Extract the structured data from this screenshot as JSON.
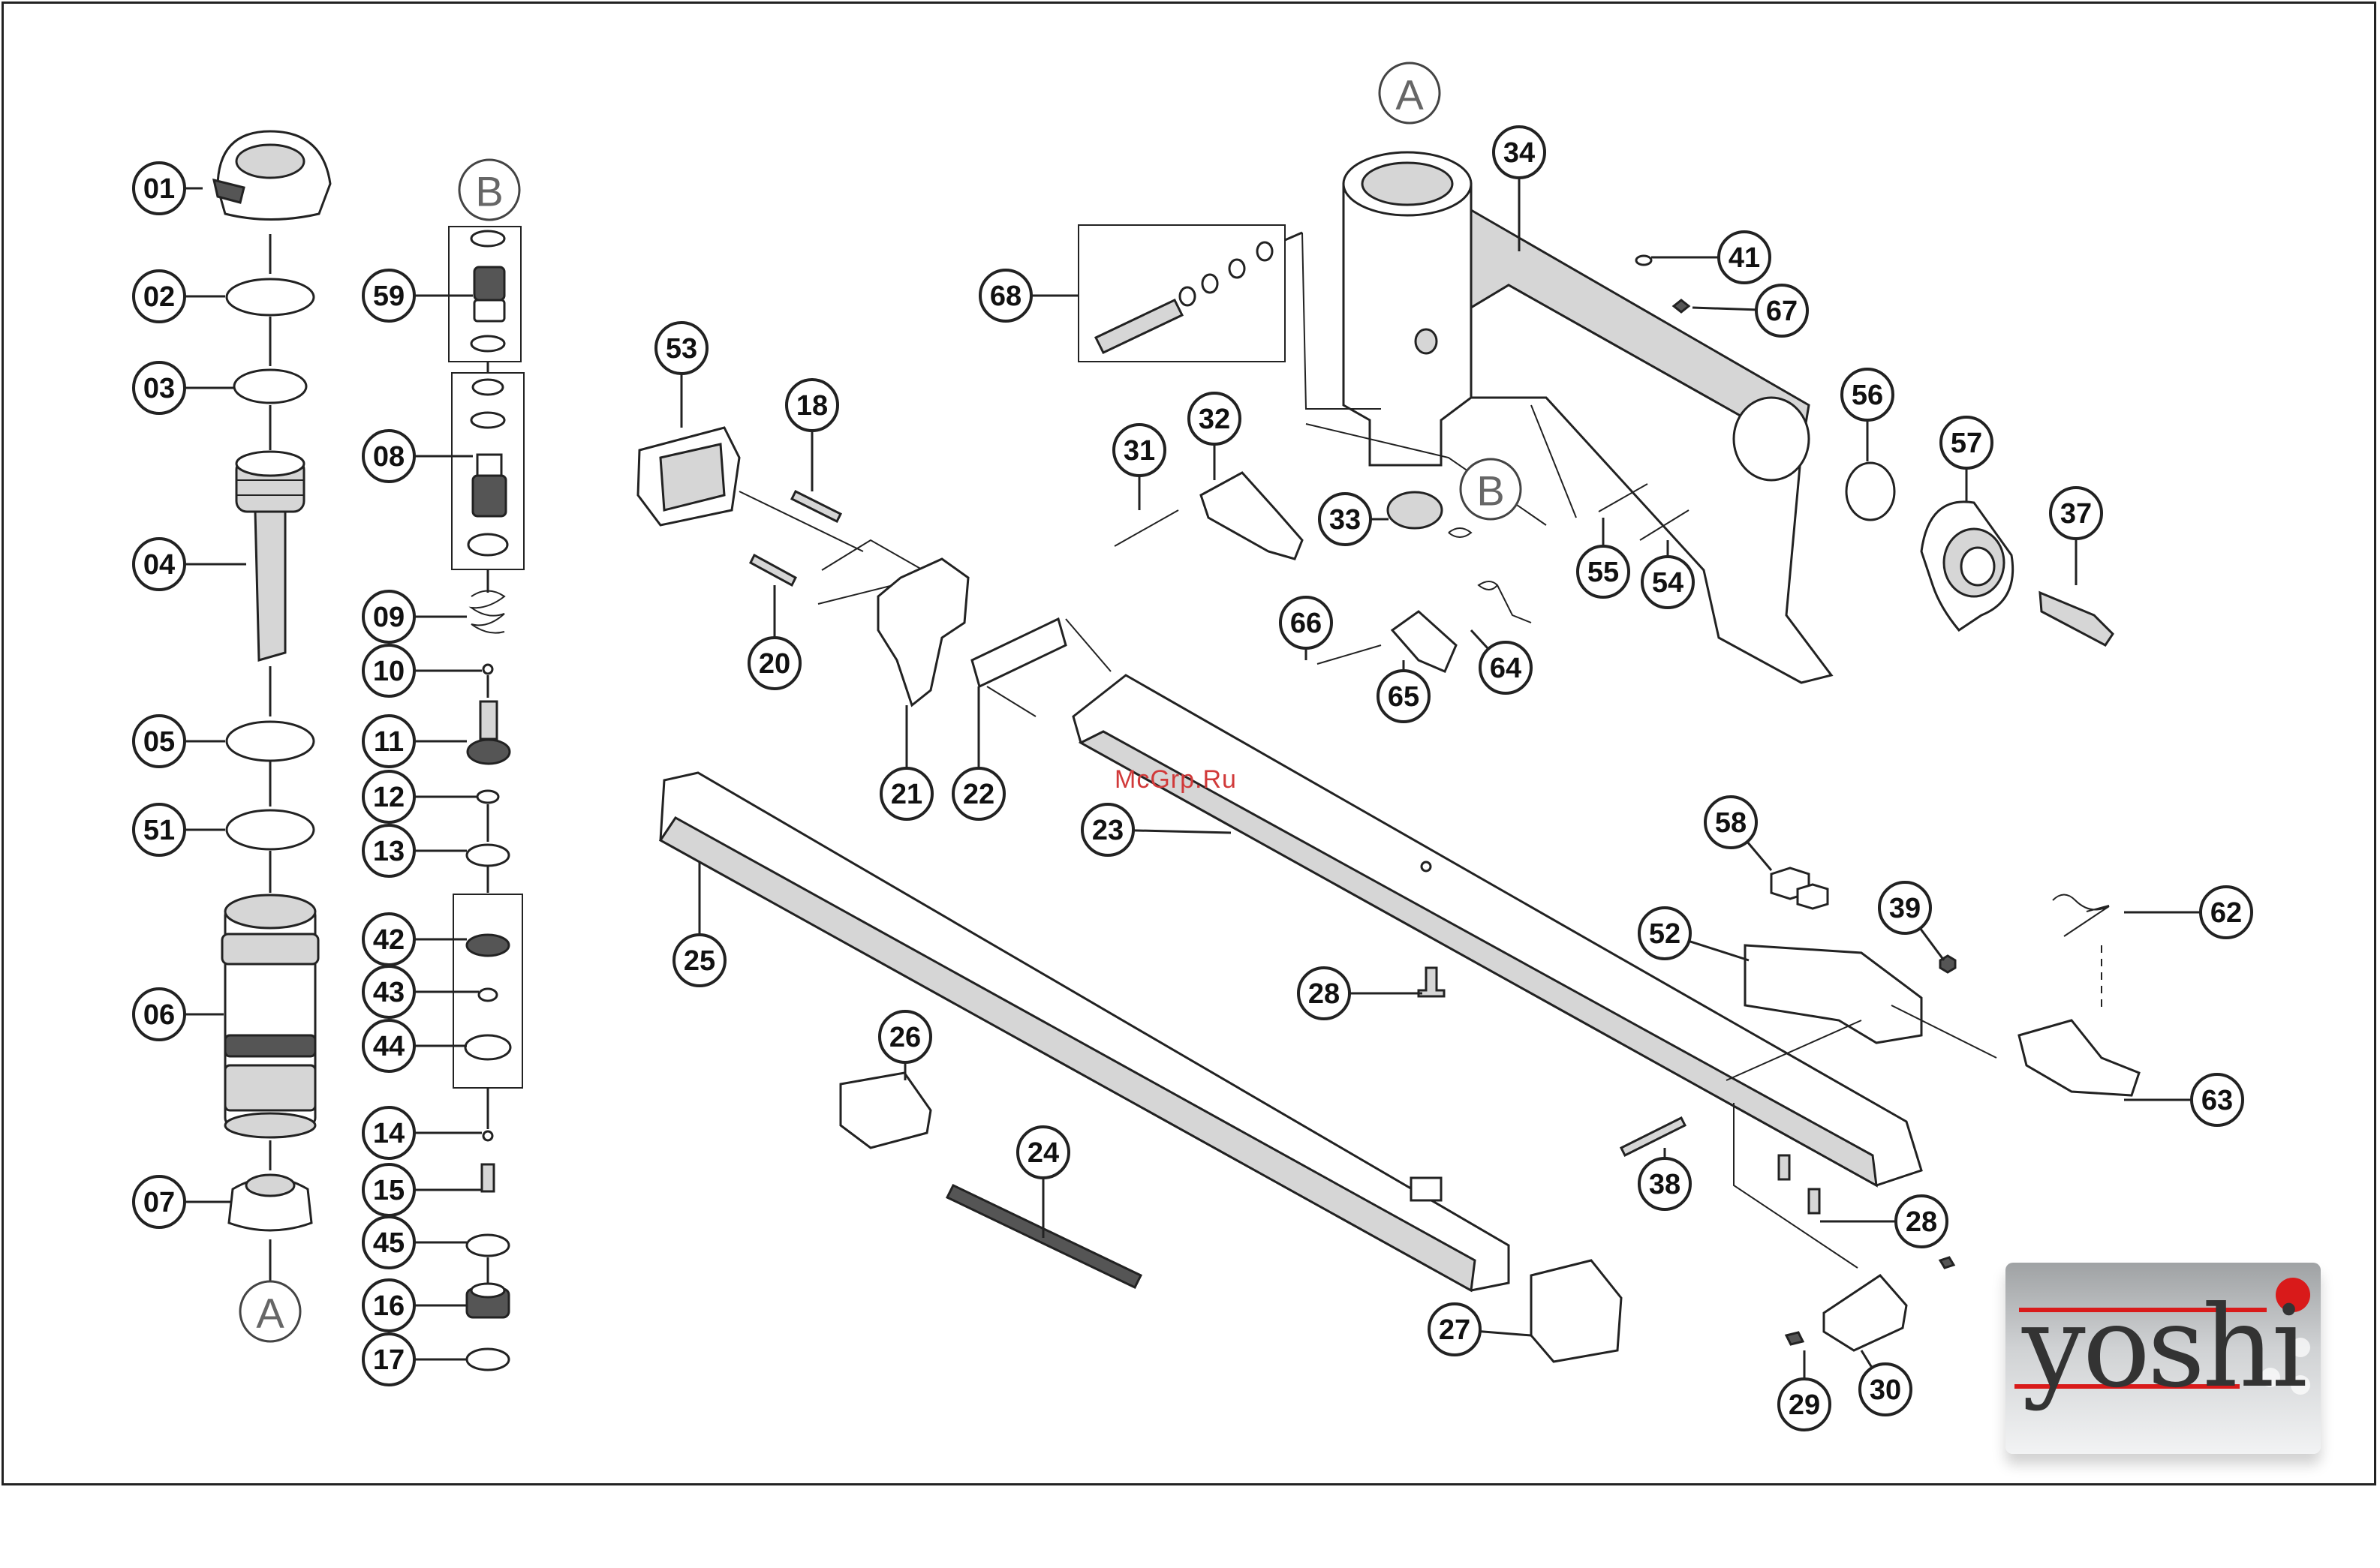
{
  "callouts": [
    {
      "id": "c01",
      "label": "01"
    },
    {
      "id": "c02",
      "label": "02"
    },
    {
      "id": "c03",
      "label": "03"
    },
    {
      "id": "c04",
      "label": "04"
    },
    {
      "id": "c05",
      "label": "05"
    },
    {
      "id": "c51",
      "label": "51"
    },
    {
      "id": "c06",
      "label": "06"
    },
    {
      "id": "c07",
      "label": "07"
    },
    {
      "id": "c59",
      "label": "59"
    },
    {
      "id": "c08",
      "label": "08"
    },
    {
      "id": "c09",
      "label": "09"
    },
    {
      "id": "c10",
      "label": "10"
    },
    {
      "id": "c11",
      "label": "11"
    },
    {
      "id": "c12",
      "label": "12"
    },
    {
      "id": "c13",
      "label": "13"
    },
    {
      "id": "c42",
      "label": "42"
    },
    {
      "id": "c43",
      "label": "43"
    },
    {
      "id": "c44",
      "label": "44"
    },
    {
      "id": "c14",
      "label": "14"
    },
    {
      "id": "c15",
      "label": "15"
    },
    {
      "id": "c45",
      "label": "45"
    },
    {
      "id": "c16",
      "label": "16"
    },
    {
      "id": "c17",
      "label": "17"
    },
    {
      "id": "c53",
      "label": "53"
    },
    {
      "id": "c18",
      "label": "18"
    },
    {
      "id": "c20",
      "label": "20"
    },
    {
      "id": "c21",
      "label": "21"
    },
    {
      "id": "c22",
      "label": "22"
    },
    {
      "id": "c23",
      "label": "23"
    },
    {
      "id": "c25",
      "label": "25"
    },
    {
      "id": "c26",
      "label": "26"
    },
    {
      "id": "c24",
      "label": "24"
    },
    {
      "id": "c27",
      "label": "27"
    },
    {
      "id": "c28a",
      "label": "28"
    },
    {
      "id": "c28b",
      "label": "28"
    },
    {
      "id": "c68",
      "label": "68"
    },
    {
      "id": "c34",
      "label": "34"
    },
    {
      "id": "c41",
      "label": "41"
    },
    {
      "id": "c67",
      "label": "67"
    },
    {
      "id": "c31",
      "label": "31"
    },
    {
      "id": "c32",
      "label": "32"
    },
    {
      "id": "c33",
      "label": "33"
    },
    {
      "id": "c66",
      "label": "66"
    },
    {
      "id": "c65",
      "label": "65"
    },
    {
      "id": "c64",
      "label": "64"
    },
    {
      "id": "c55",
      "label": "55"
    },
    {
      "id": "c54",
      "label": "54"
    },
    {
      "id": "c56",
      "label": "56"
    },
    {
      "id": "c57",
      "label": "57"
    },
    {
      "id": "c37",
      "label": "37"
    },
    {
      "id": "c58",
      "label": "58"
    },
    {
      "id": "c52",
      "label": "52"
    },
    {
      "id": "c39",
      "label": "39"
    },
    {
      "id": "c62",
      "label": "62"
    },
    {
      "id": "c63",
      "label": "63"
    },
    {
      "id": "c38",
      "label": "38"
    },
    {
      "id": "c29",
      "label": "29"
    },
    {
      "id": "c30",
      "label": "30"
    }
  ],
  "reference_markers": [
    {
      "id": "refA_top",
      "label": "A"
    },
    {
      "id": "refA_bottom",
      "label": "A"
    },
    {
      "id": "refB_top",
      "label": "B"
    },
    {
      "id": "refB_frame",
      "label": "B"
    }
  ],
  "watermark": "McGrp.Ru",
  "logo": {
    "text": "yoshi",
    "accent_color": "#d91a1a"
  }
}
